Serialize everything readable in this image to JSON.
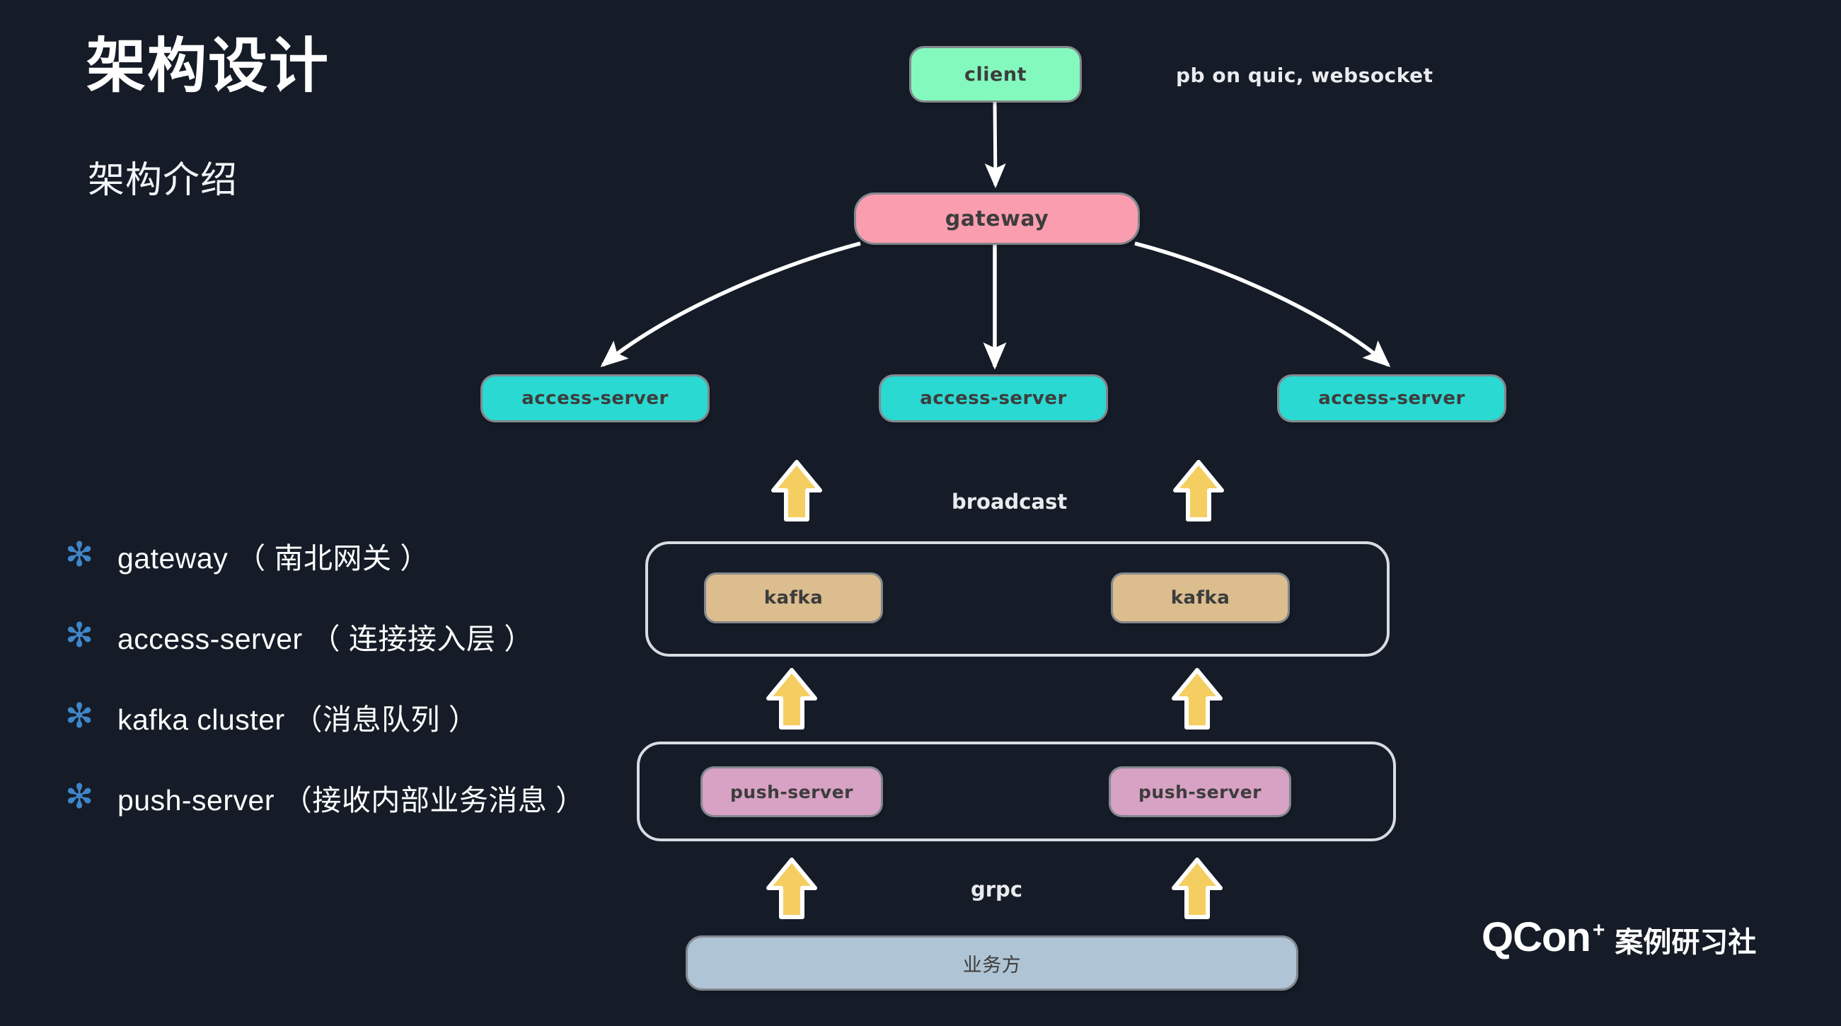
{
  "slide": {
    "title": "架构设计",
    "subtitle": "架构介绍",
    "background_color": "#151c27"
  },
  "bullets": {
    "marker_glyph": "✻",
    "marker_color": "#3f86c9",
    "items": [
      {
        "label": "gateway （ 南北网关 ）"
      },
      {
        "label": "access-server （ 连接接入层 ）"
      },
      {
        "label": "kafka cluster （消息队列 ）"
      },
      {
        "label": "push-server （接收内部业务消息 ）"
      }
    ]
  },
  "diagram": {
    "nodes": {
      "client": {
        "label": "client",
        "color": "#84f9be"
      },
      "gateway": {
        "label": "gateway",
        "color": "#fa9eaf"
      },
      "access_1": {
        "label": "access-server",
        "color": "#2ad9d2"
      },
      "access_2": {
        "label": "access-server",
        "color": "#2ad9d2"
      },
      "access_3": {
        "label": "access-server",
        "color": "#2ad9d2"
      },
      "kafka_1": {
        "label": "kafka",
        "color": "#dcbd8e"
      },
      "kafka_2": {
        "label": "kafka",
        "color": "#dcbd8e"
      },
      "push_1": {
        "label": "push-server",
        "color": "#d8a2c4"
      },
      "push_2": {
        "label": "push-server",
        "color": "#d8a2c4"
      },
      "business": {
        "label": "业务方",
        "color": "#afc4d4"
      }
    },
    "labels": {
      "protocol": "pb on quic, websocket",
      "broadcast": "broadcast",
      "grpc": "grpc"
    },
    "edge_color": "#ffffff",
    "arrow_fill": "#f5ce62",
    "arrow_outline": "#ffffff",
    "group_border_color": "#d8dce2"
  },
  "branding": {
    "word": "QCon",
    "plus": "+",
    "chinese": "案例研习社"
  }
}
